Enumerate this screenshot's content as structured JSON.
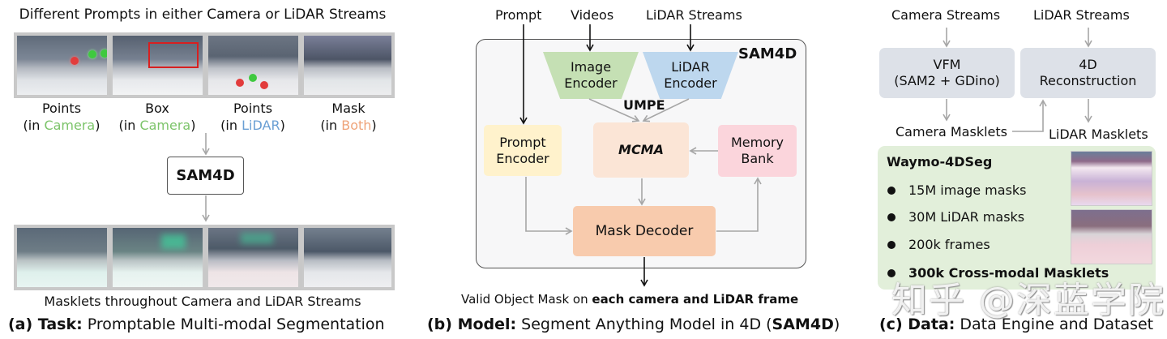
{
  "panel_a": {
    "top_title": "Different Prompts in either Camera or LiDAR Streams",
    "prompt_tiles": [
      {
        "line1": "Points",
        "pre": "(in ",
        "modality": "Camera",
        "post": ")",
        "modality_color": "#7cc46a"
      },
      {
        "line1": "Box",
        "pre": "(in ",
        "modality": "Camera",
        "post": ")",
        "modality_color": "#7cc46a"
      },
      {
        "line1": "Points",
        "pre": "(in ",
        "modality": "LiDAR",
        "post": ")",
        "modality_color": "#6a9fd4"
      },
      {
        "line1": "Mask",
        "pre": "(in ",
        "modality": "Both",
        "post": ")",
        "modality_color": "#efa47a"
      }
    ],
    "model_box": "SAM4D",
    "bottom_title": "Masklets throughout Camera and LiDAR Streams",
    "caption_prefix": "(a) Task:",
    "caption_text": " Promptable Multi-modal Segmentation"
  },
  "panel_b": {
    "inputs": {
      "prompt": "Prompt",
      "videos": "Videos",
      "lidar": "LiDAR Streams"
    },
    "container_label": "SAM4D",
    "image_encoder": "Image\nEncoder",
    "lidar_encoder": "LiDAR\nEncoder",
    "umpe_label": "UMPE",
    "prompt_encoder": "Prompt\nEncoder",
    "mcma": "MCMA",
    "memory_bank": "Memory\nBank",
    "mask_decoder": "Mask Decoder",
    "output_prefix": "Valid Object Mask on ",
    "output_bold": "each camera and LiDAR frame",
    "caption_prefix": "(b) Model:",
    "caption_text": " Segment Anything Model in 4D (",
    "caption_bold_end": "SAM4D",
    "caption_close": ")",
    "colors": {
      "image_encoder": "#c5e0b4",
      "lidar_encoder": "#bdd7ee",
      "prompt_encoder": "#fff2cc",
      "mcma": "#fbe5d6",
      "memory_bank": "#fbd5dc",
      "mask_decoder": "#f8cbad",
      "container": "#f7f7f8"
    }
  },
  "panel_c": {
    "inputs": {
      "camera": "Camera Streams",
      "lidar": "LiDAR Streams"
    },
    "vfm_box": "VFM\n(SAM2 + GDino)",
    "recon_box": "4D\nReconstruction",
    "camera_masklets": "Camera Masklets",
    "lidar_masklets": "LiDAR Masklets",
    "dataset_title": "Waymo-4DSeg",
    "dataset_items": [
      "15M image masks",
      "30M LiDAR masks",
      "200k frames",
      "300k Cross-modal Masklets"
    ],
    "caption_prefix": "(c) Data:",
    "caption_text": " Data Engine and Dataset",
    "colors": {
      "process_box": "#dde1e8",
      "dataset_bg": "#e2efda"
    }
  },
  "watermark": "知乎 @深蓝学院"
}
